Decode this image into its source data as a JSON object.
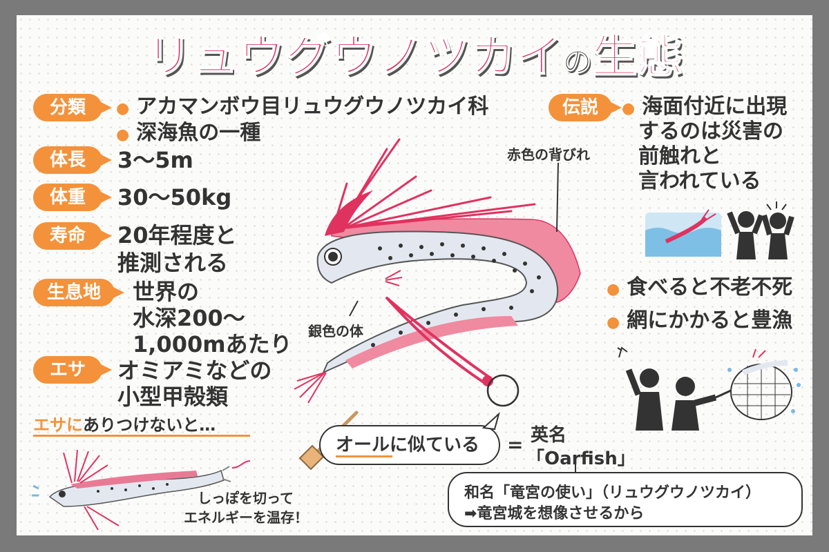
{
  "title": {
    "part1": "リュウグウノツカイ",
    "part2": "の",
    "part3": "生態"
  },
  "labels": {
    "classification": "分類",
    "length": "体長",
    "weight": "体重",
    "lifespan": "寿命",
    "habitat": "生息地",
    "food": "エサ",
    "legend": "伝説"
  },
  "classification": {
    "line1": "アカマンボウ目リュウグウノツカイ科",
    "line2": "深海魚の一種"
  },
  "length_value": "3〜5m",
  "weight_value": "30〜50kg",
  "lifespan": {
    "line1": "20年程度と",
    "line2": "推測される"
  },
  "habitat": {
    "line1": "世界の",
    "line2": "水深200〜",
    "line3": "1,000mあたり"
  },
  "food": {
    "line1": "オミアミなどの",
    "line2": "小型甲殻類"
  },
  "hungry": {
    "highlight": "エサに",
    "rest": "ありつけないと…"
  },
  "tail_cut": {
    "line1": "しっぽを切って",
    "line2": "エネルギーを温存！"
  },
  "legend": {
    "line1": "海面付近に出現",
    "line2": "するのは災害の",
    "line3": "前触れと",
    "line4": "言われている"
  },
  "beliefs": {
    "item1": "食べると不老不死",
    "item2": "網にかかると豊漁"
  },
  "fish_labels": {
    "dorsal": "赤色の背びれ",
    "body": "銀色の体"
  },
  "oar": {
    "highlight": "オール",
    "rest": "に似ている",
    "equals": "=",
    "en_label": "英名",
    "en_name": "「Oarfish」"
  },
  "japanese_name": {
    "line1": "和名「竜宮の使い」（リュウグウノツカイ）",
    "line2": "➡竜宮城を想像させるから"
  },
  "colors": {
    "accent_pink": "#e0325f",
    "accent_orange": "#f3923b",
    "text": "#333333",
    "fish_body": "#e3e8f0"
  }
}
